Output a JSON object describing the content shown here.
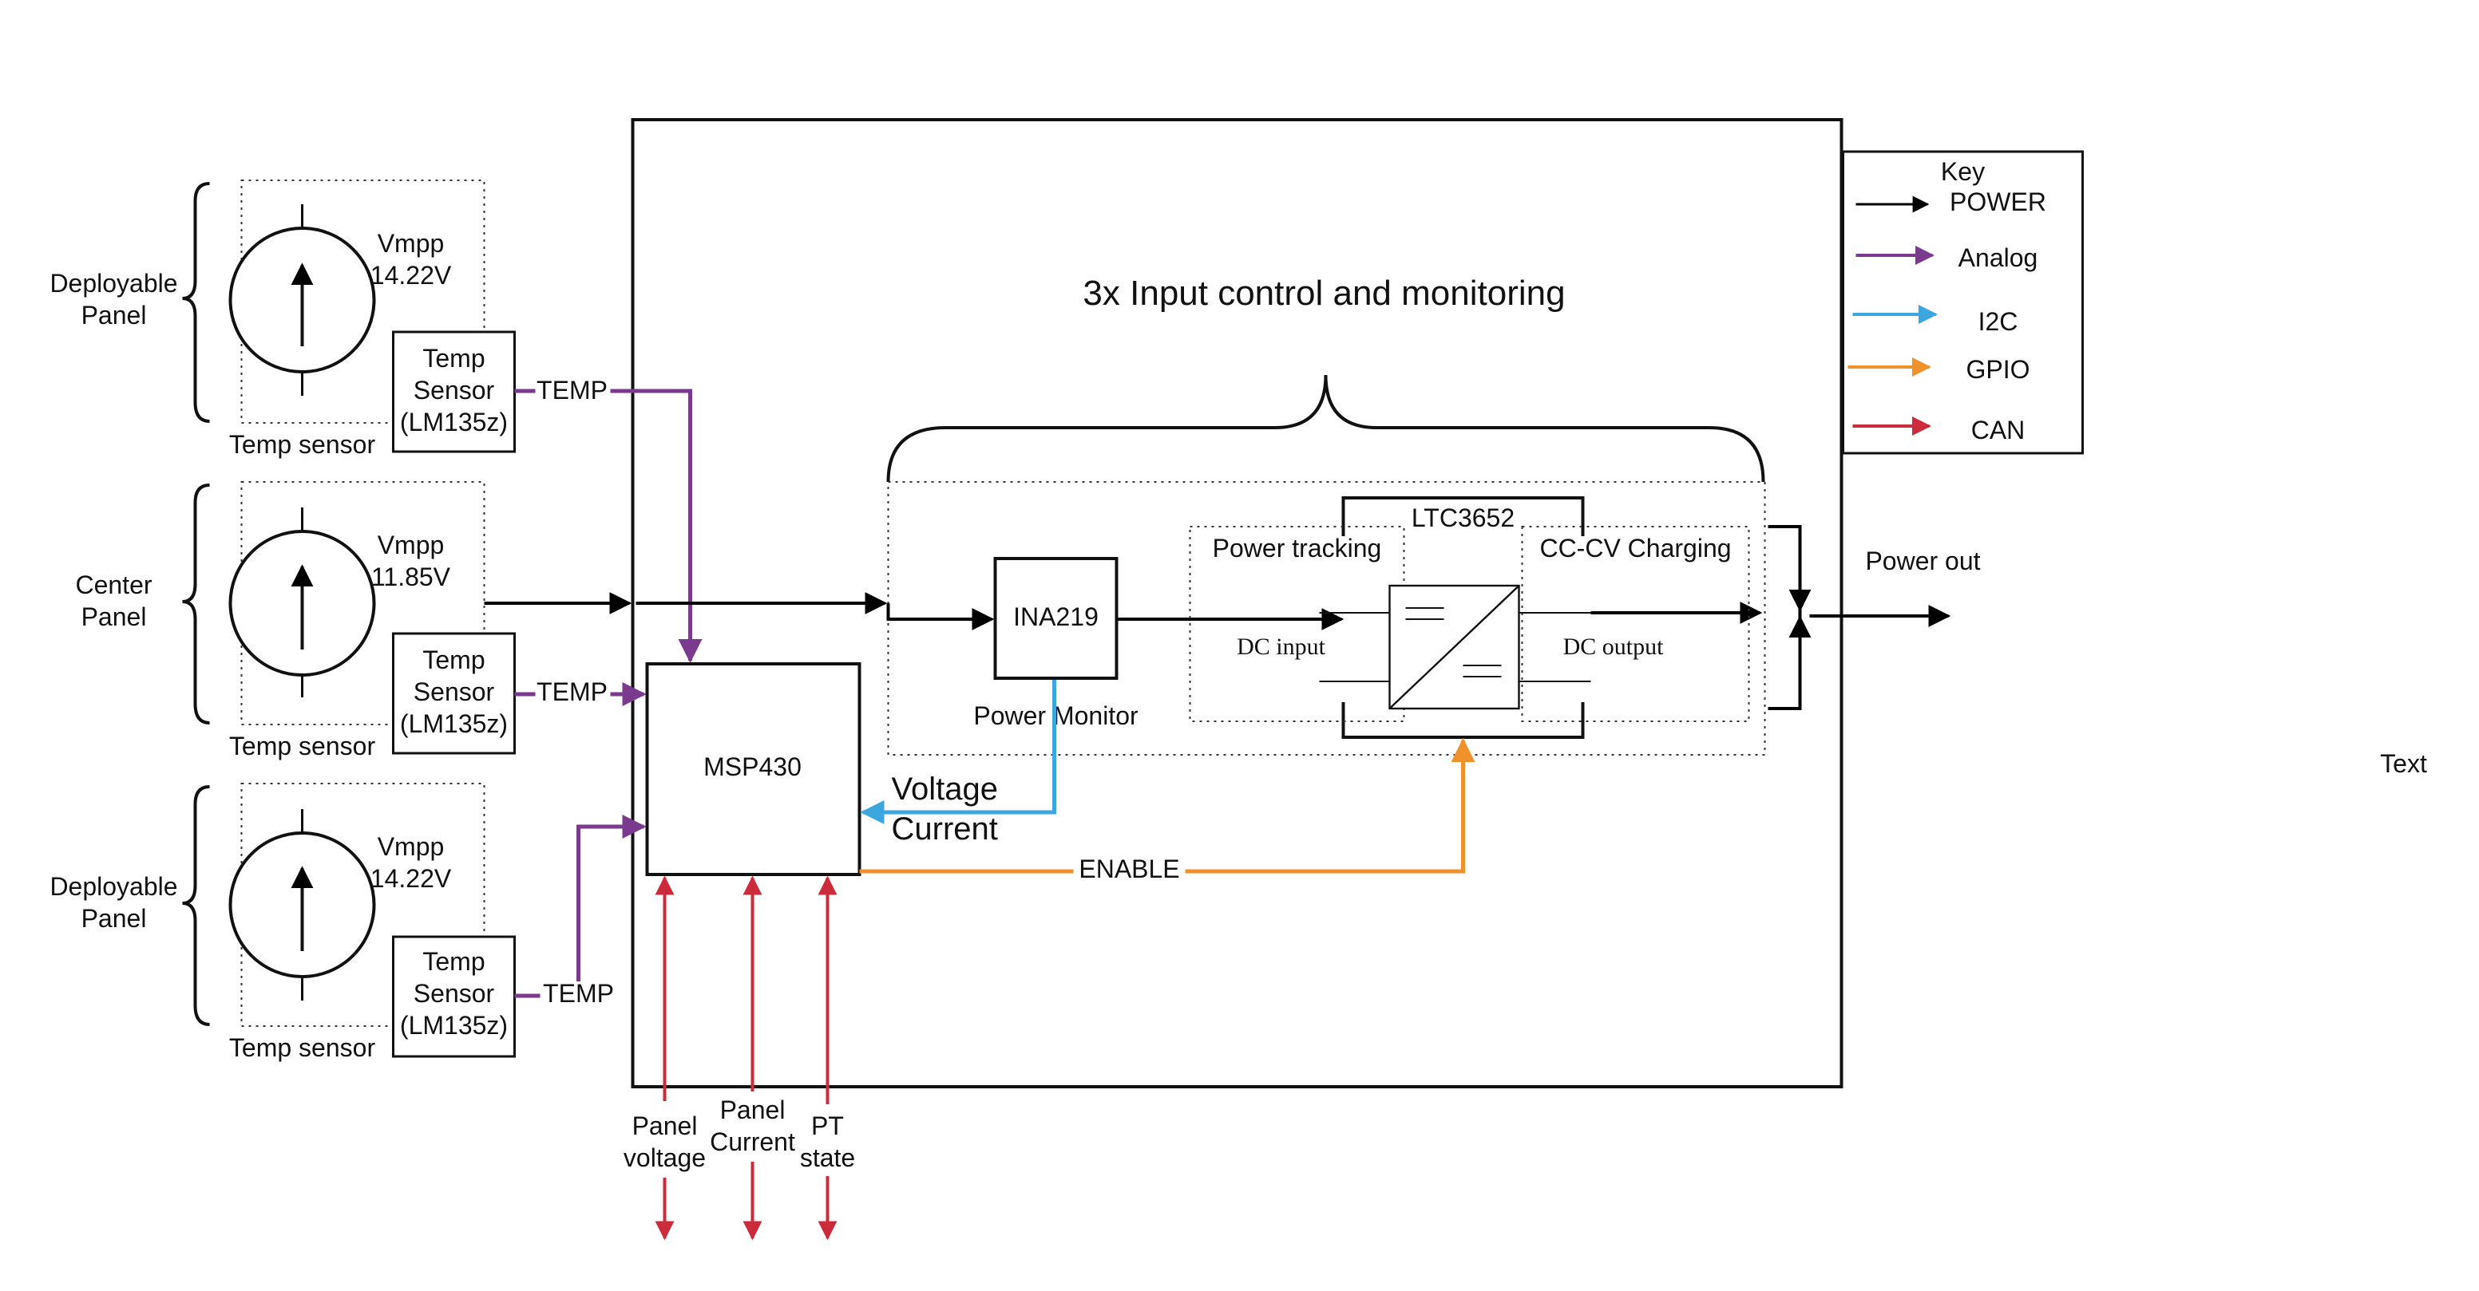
{
  "colors": {
    "power": "#000000",
    "analog": "#7a3b8f",
    "i2c": "#3ca7df",
    "gpio": "#f0922b",
    "can": "#cc2b3b"
  },
  "key": {
    "title": "Key",
    "power": "POWER",
    "analog": "Analog",
    "i2c": "I2C",
    "gpio": "GPIO",
    "can": "CAN"
  },
  "main_title": "3x Input control and monitoring",
  "panels": {
    "p1": {
      "name_line1": "Deployable",
      "name_line2": "Panel",
      "vmpp": "Vmpp",
      "voltage": "14.22V",
      "sensor_caption": "Temp sensor",
      "temp_label": "TEMP"
    },
    "p2": {
      "name_line1": "Center",
      "name_line2": "Panel",
      "vmpp": "Vmpp",
      "voltage": "11.85V",
      "sensor_caption": "Temp sensor",
      "temp_label": "TEMP"
    },
    "p3": {
      "name_line1": "Deployable",
      "name_line2": "Panel",
      "vmpp": "Vmpp",
      "voltage": "14.22V",
      "sensor_caption": "Temp sensor",
      "temp_label": "TEMP"
    }
  },
  "temp_sensor": {
    "line1": "Temp",
    "line2": "Sensor",
    "line3": "(LM135z)"
  },
  "msp430": "MSP430",
  "ina219": "INA219",
  "power_monitor": "Power Monitor",
  "ltc": "LTC3652",
  "power_tracking": "Power tracking",
  "cccv": "CC-CV Charging",
  "dc_input": "DC input",
  "dc_output": "DC output",
  "voltage": "Voltage",
  "current": "Current",
  "enable": "ENABLE",
  "power_out": "Power out",
  "bottom": {
    "panel_voltage_1": "Panel",
    "panel_voltage_2": "voltage",
    "panel_current_1": "Panel",
    "panel_current_2": "Current",
    "pt_state_1": "PT",
    "pt_state_2": "state"
  },
  "stray_text": "Text"
}
